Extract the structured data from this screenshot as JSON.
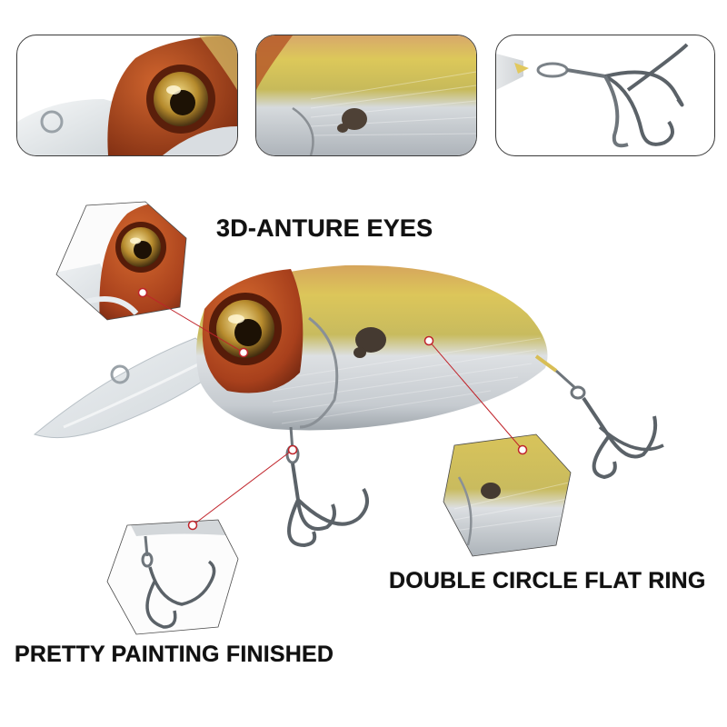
{
  "callouts": {
    "eyes": "3D-ANTURE EYES",
    "ring": "DOUBLE CIRCLE FLAT RING",
    "painting": "PRETTY PAINTING FINISHED"
  },
  "colors": {
    "head_red": "#a8401c",
    "body_gold": "#c9b640",
    "belly_silver": "#c7ccd2",
    "leader_line": "#c0232a",
    "panel_border": "#3a3a3a"
  },
  "thumbnails": [
    {
      "icon": "lure-eye-closeup"
    },
    {
      "icon": "lure-body-closeup"
    },
    {
      "icon": "treble-hook-closeup"
    }
  ]
}
